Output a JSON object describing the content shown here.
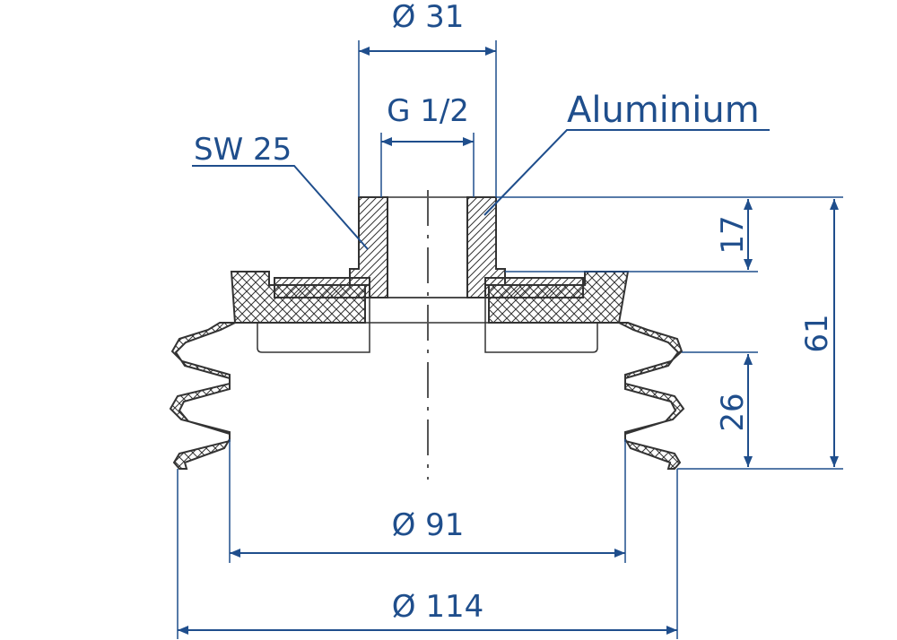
{
  "labels": {
    "dia_top": "Ø 31",
    "thread": "G 1/2",
    "material": "Aluminium",
    "wrench": "SW 25",
    "height_top": "17",
    "height_total": "61",
    "height_bellows": "26",
    "dia_inner": "Ø 91",
    "dia_outer": "Ø 114"
  },
  "colors": {
    "dimension": "#1f4e8c",
    "outline": "#333333"
  }
}
